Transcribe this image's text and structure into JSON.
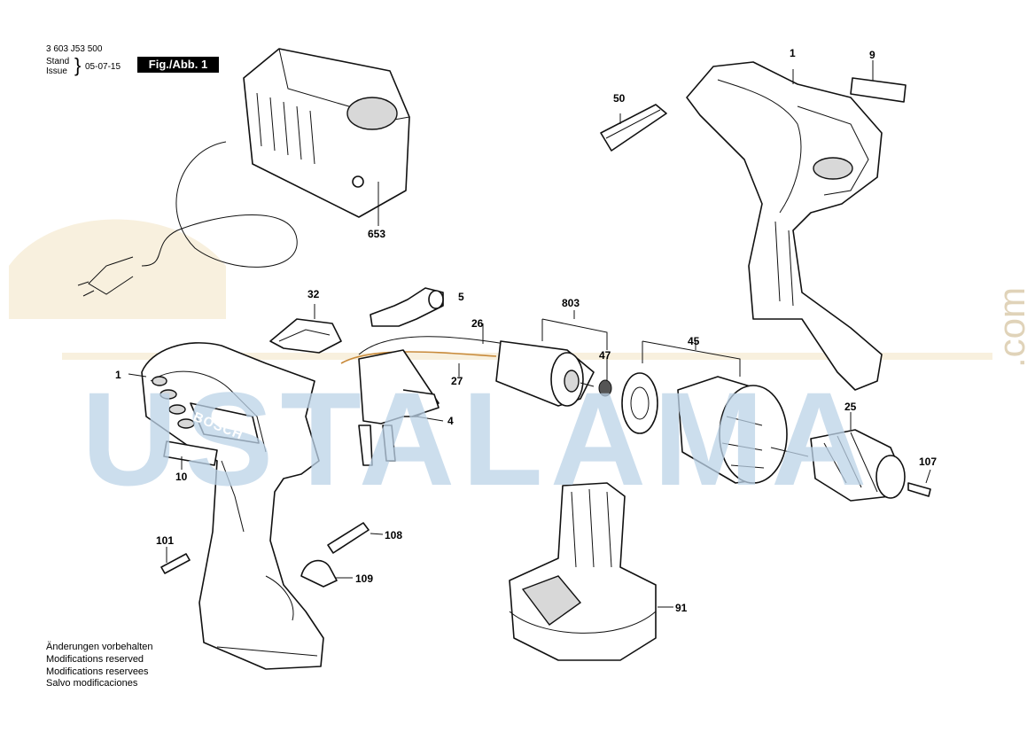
{
  "header": {
    "code": "3 603 J53 500",
    "stand_label": "Stand",
    "issue_label": "Issue",
    "date": "05-07-15",
    "figure_label": "Fig./Abb. 1"
  },
  "notes": [
    "Änderungen vorbehalten",
    "Modifications reserved",
    "Modifications reservees",
    "Salvo modificaciones"
  ],
  "watermark": {
    "main": "USTALAMA",
    "side": ".com"
  },
  "brand_text": "BOSCH",
  "callouts": {
    "c653": "653",
    "c1_top": "1",
    "c9": "9",
    "c50": "50",
    "c32": "32",
    "c5": "5",
    "c26": "26",
    "c803": "803",
    "c45": "45",
    "c1_left": "1",
    "c47": "47",
    "c27": "27",
    "c4": "4",
    "c25": "25",
    "c10": "10",
    "c107": "107",
    "c101": "101",
    "c108": "108",
    "c109": "109",
    "c91": "91"
  },
  "colors": {
    "watermark_blue": "#bcd3e8",
    "watermark_orange": "#f3e4c2"
  }
}
